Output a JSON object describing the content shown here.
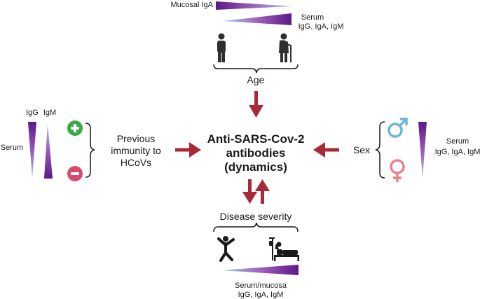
{
  "center": {
    "line1": "Anti-SARS-Cov-2",
    "line2": "antibodies",
    "line3": "(dynamics)"
  },
  "top": {
    "mucosal_label": "Mucosal IgA",
    "serum_label": "Serum",
    "serum_isotypes": "IgG, IgA, IgM",
    "age_label": "Age",
    "icons": [
      "adult-person-icon",
      "elderly-person-with-cane-icon"
    ]
  },
  "left": {
    "igg_label": "IgG",
    "igm_label": "IgM",
    "serum_label": "Serum",
    "prev_line1": "Previous",
    "prev_line2": "immunity to",
    "prev_line3": "HCoVs",
    "icons": [
      "plus-icon",
      "minus-icon"
    ]
  },
  "right": {
    "sex_label": "Sex",
    "serum_label": "Serum",
    "serum_isotypes": "IgG, IgA, IgM",
    "icons": [
      "male-symbol-icon",
      "female-symbol-icon"
    ]
  },
  "bottom": {
    "severity_label": "Disease severity",
    "serum_mucosa_label": "Serum/mucosa",
    "serum_mucosa_isotypes": "IgG, IgA, IgM",
    "icons": [
      "active-person-icon",
      "hospital-bed-patient-icon"
    ]
  },
  "colors": {
    "arrow": "#a82a36",
    "gradient_dark": "#5b1a86",
    "gradient_mid": "#9b59b6",
    "gradient_light": "#a6c9ec",
    "plus": "#3aa845",
    "minus": "#d84b6f",
    "male": "#6bb6d6",
    "female": "#e8828c"
  }
}
